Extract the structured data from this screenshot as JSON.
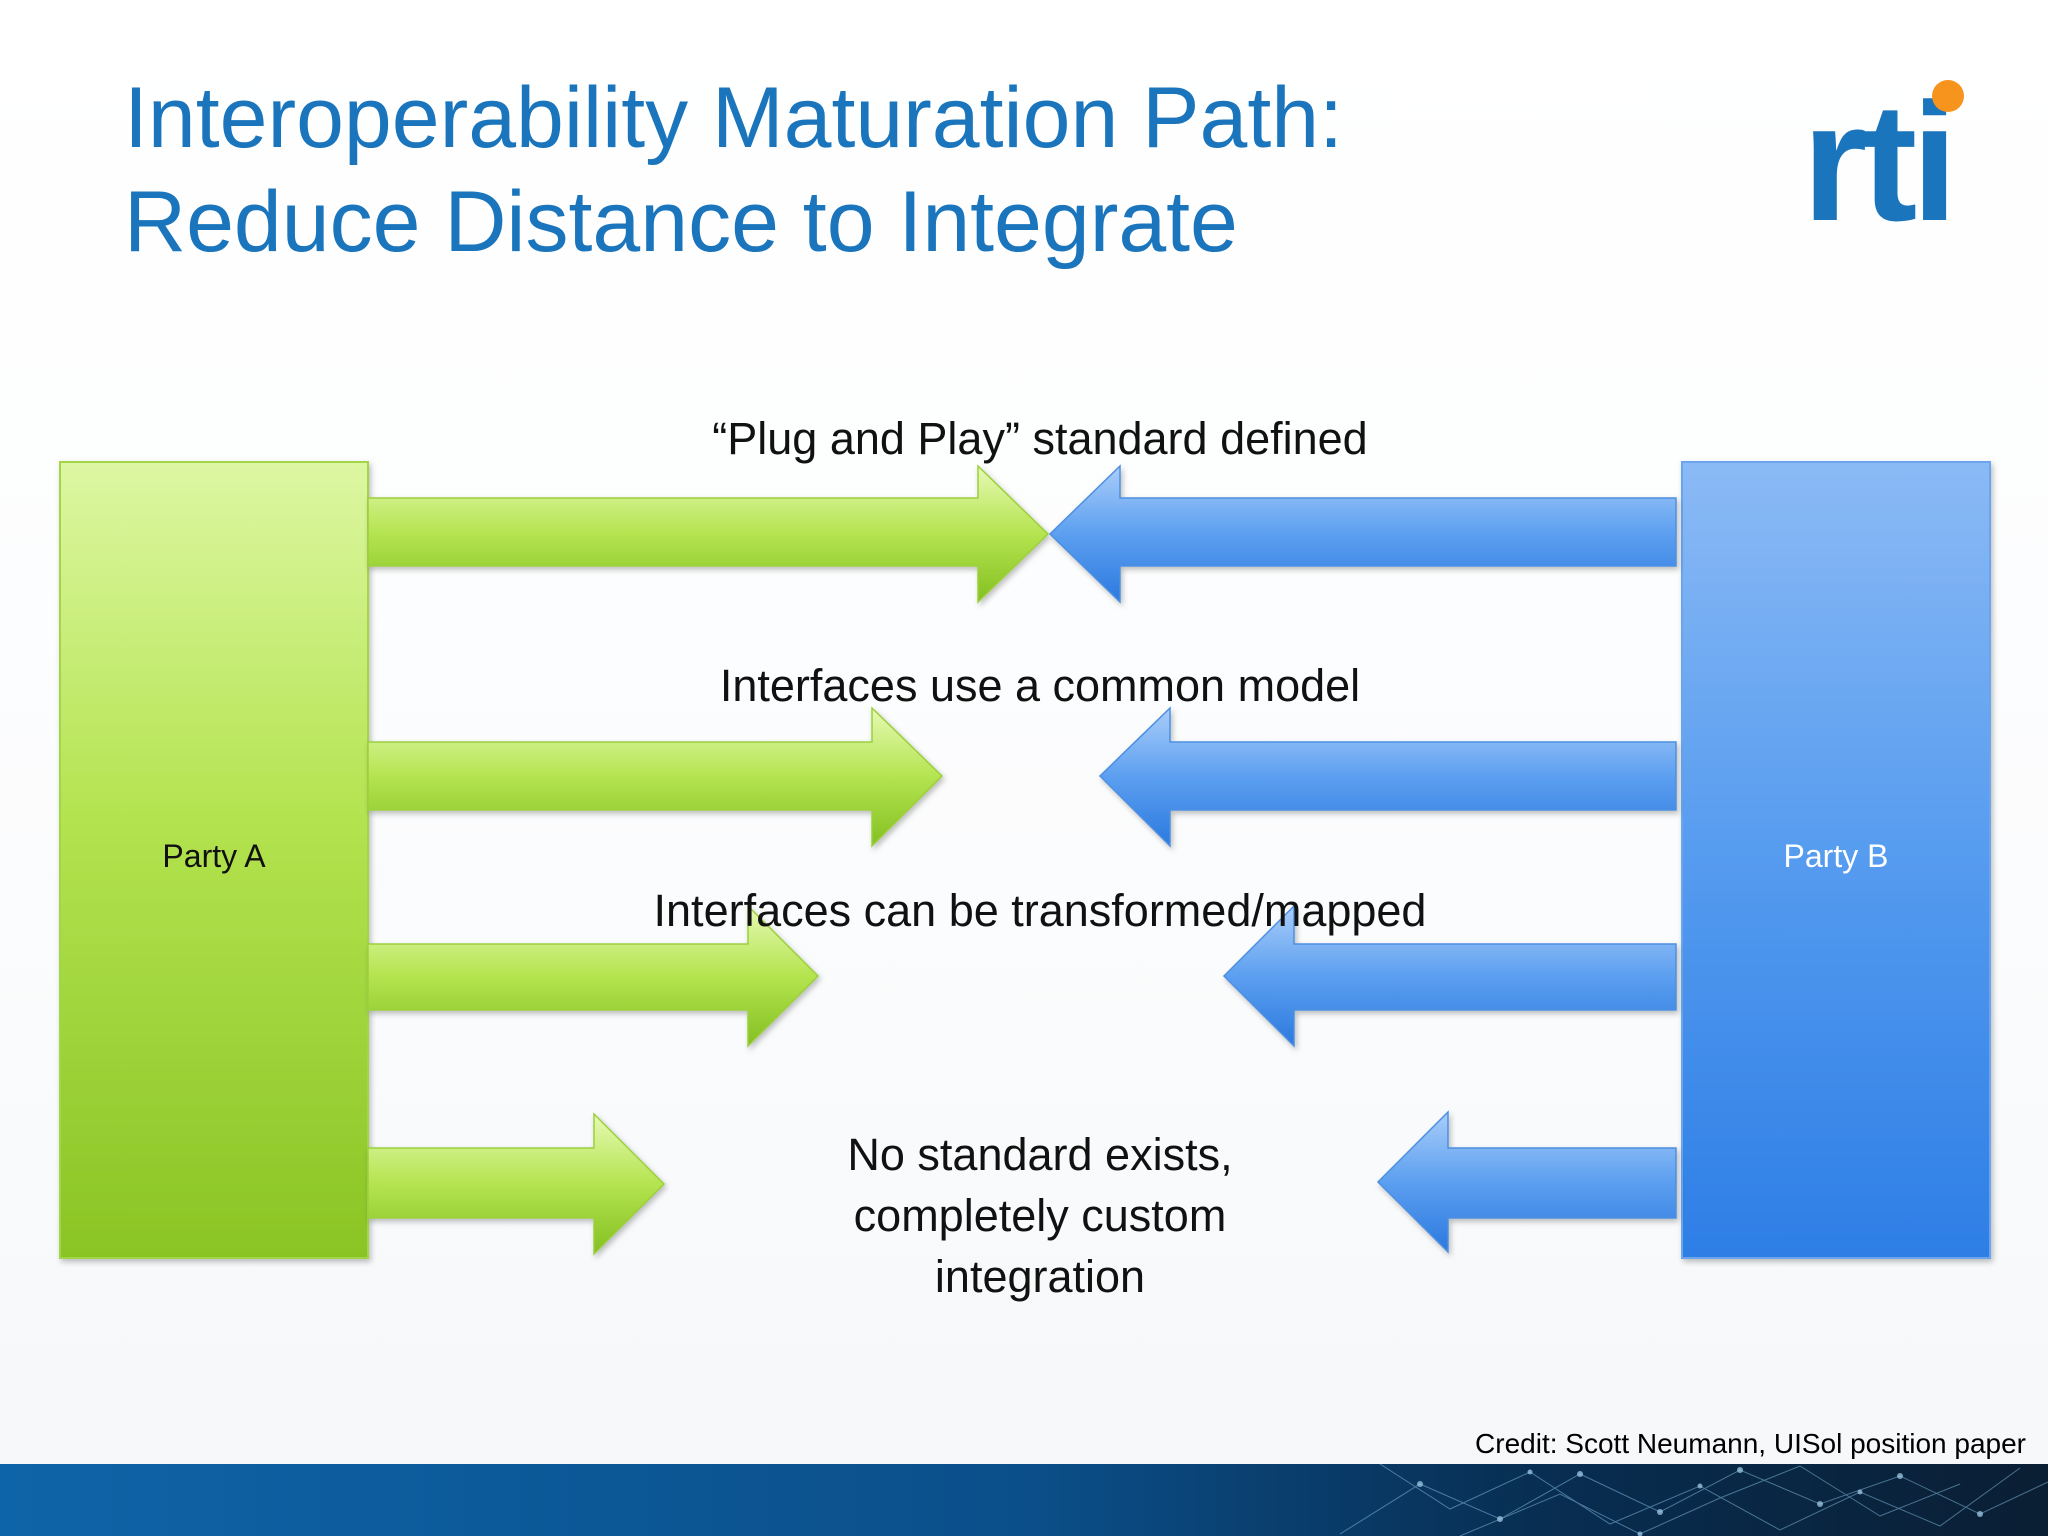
{
  "title": {
    "line1": "Interoperability Maturation Path:",
    "line2": "Reduce Distance to Integrate"
  },
  "logo": {
    "text": "rti",
    "primary_color": "#1a75bc",
    "dot_color": "#f7941d"
  },
  "diagram": {
    "party_a": {
      "label": "Party A",
      "color": "#8fce2a"
    },
    "party_b": {
      "label": "Party B",
      "color": "#3d8de8"
    },
    "levels": [
      {
        "caption": "“Plug and Play” standard defined"
      },
      {
        "caption": "Interfaces use a common model"
      },
      {
        "caption": "Interfaces can be transformed/mapped"
      },
      {
        "caption_lines": [
          "No standard exists,",
          "completely custom",
          "integration"
        ]
      }
    ]
  },
  "credit": "Credit: Scott Neumann, UISol position paper",
  "footer": {
    "icon": "network-graphic"
  }
}
